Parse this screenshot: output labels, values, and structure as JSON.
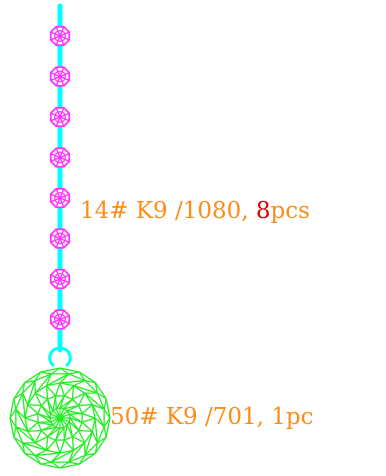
{
  "colors": {
    "background": "#ffffff",
    "wire": "#00ffff",
    "bead": "#ff33ff",
    "ball": "#22ee22",
    "label": "#ff8c1a",
    "highlight": "#e00000"
  },
  "bead_strand": {
    "bead_count": 8,
    "label": {
      "prefix": "14# K9 /1080, ",
      "count": "8",
      "unit": "pcs"
    }
  },
  "ball": {
    "label": "50# K9 /701, 1pc"
  }
}
